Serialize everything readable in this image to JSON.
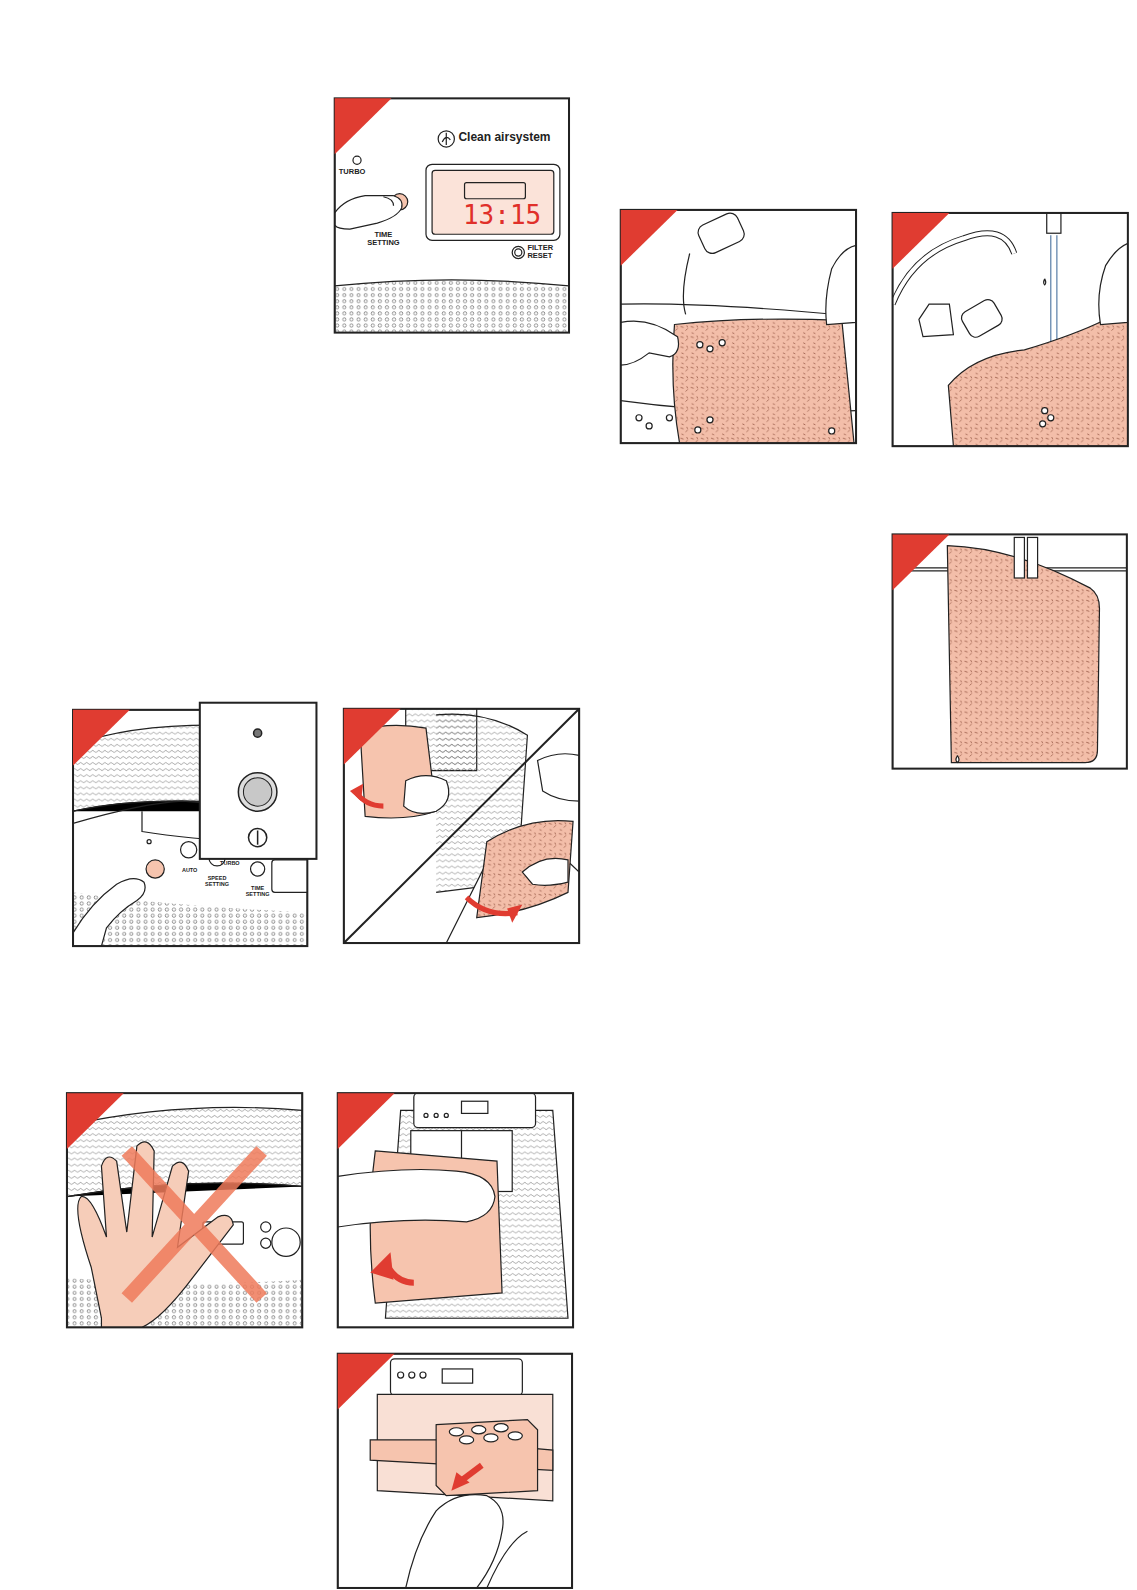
{
  "diagram": {
    "labels": [
      "Clean airsystem",
      "TURBO",
      "TIME SETTING",
      "13:15",
      "FILTER RESET",
      "AUTO",
      "TURBO",
      "SPEED SETTING",
      "TIME SETTING"
    ]
  }
}
